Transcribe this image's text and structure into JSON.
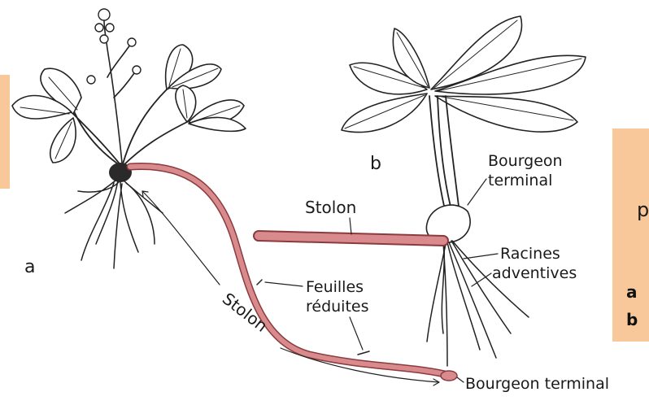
{
  "colors": {
    "stolon_fill": "#d98a8c",
    "stolon_edge": "#8a3b3d",
    "side_panel": "#f8c89a",
    "ink": "#222222"
  },
  "figure": {
    "label_a": "a",
    "label_b": "b",
    "stolon_a": "Stolon",
    "stolon_b": "Stolon",
    "feuilles_line1": "Feuilles",
    "feuilles_line2": "réduites",
    "bourgeon_terminal_a": "Bourgeon terminal",
    "bourgeon_b_line1": "Bourgeon",
    "bourgeon_b_line2": "terminal",
    "racines_line1": "Racines",
    "racines_line2": "adventives"
  },
  "side_panel": {
    "partial_text": "p",
    "item_a": "a",
    "item_b": "b"
  }
}
